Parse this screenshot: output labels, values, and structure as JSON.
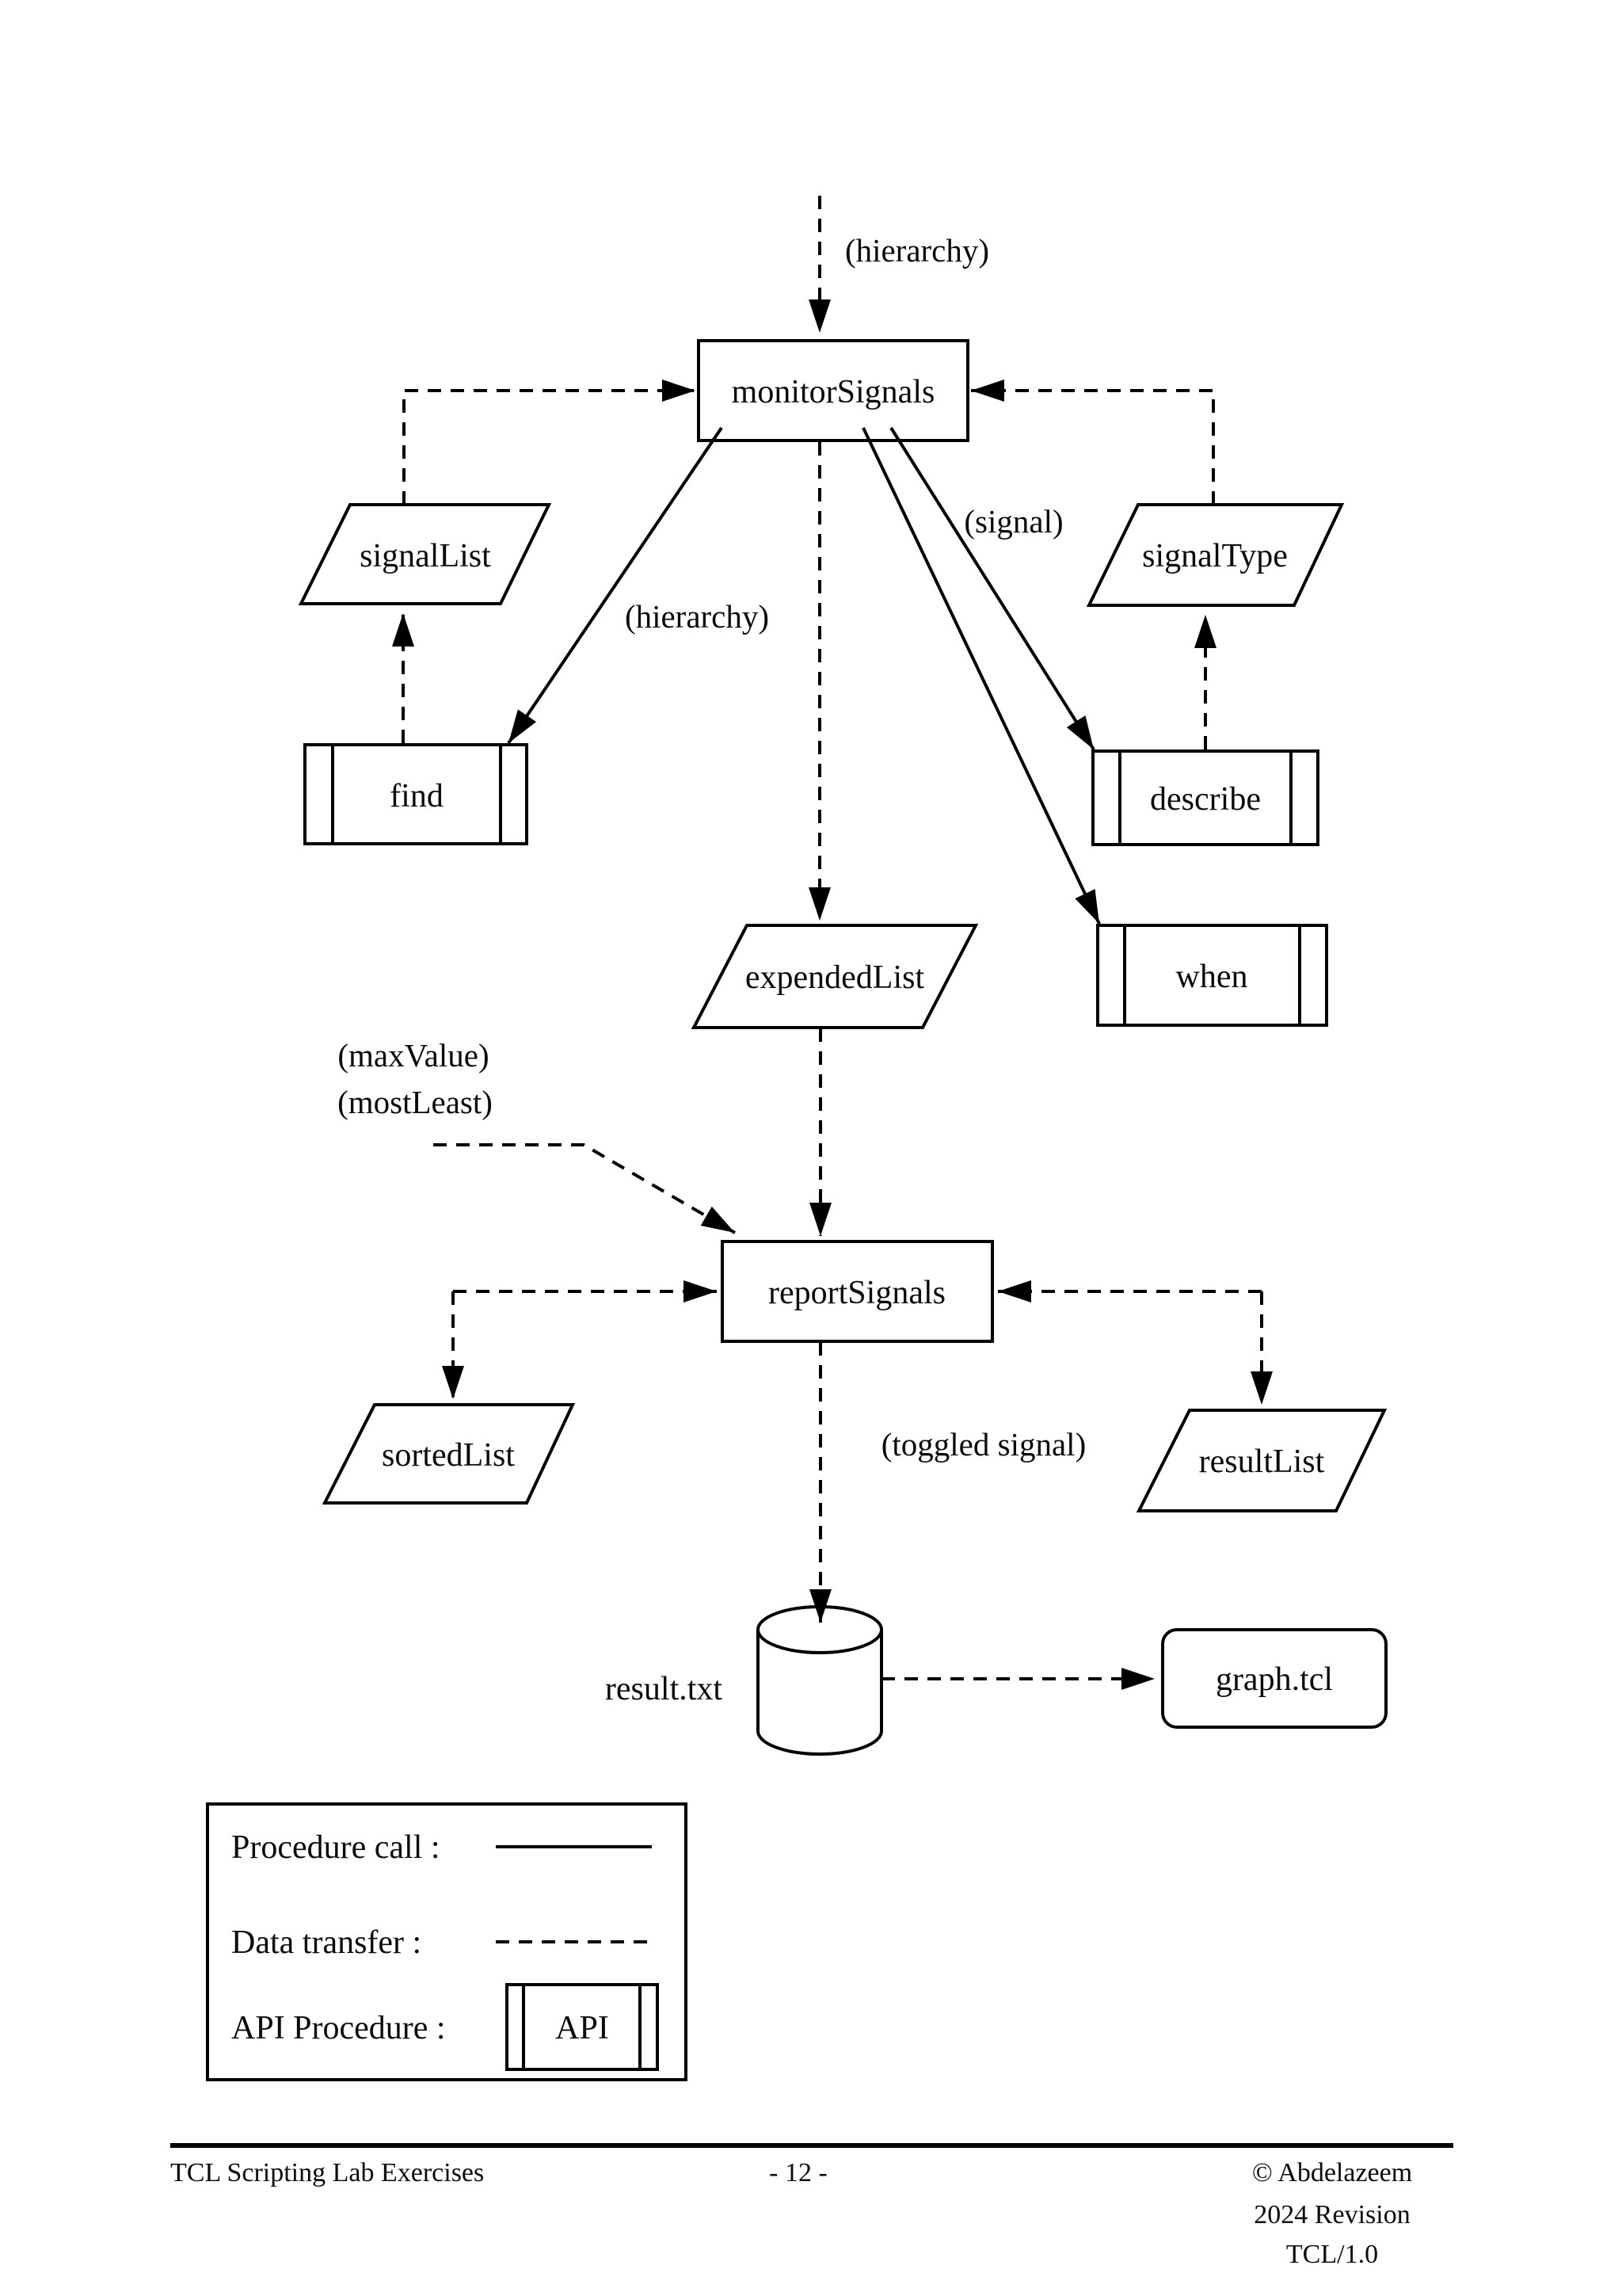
{
  "diagram": {
    "annotations": {
      "hierarchy_top": "(hierarchy)",
      "hierarchy_mid": "(hierarchy)",
      "signal": "(signal)",
      "max_value": "(maxValue)",
      "most_least": "(mostLeast)",
      "toggled_signal": "(toggled signal)"
    },
    "processes": {
      "monitor_signals": "monitorSignals",
      "report_signals": "reportSignals"
    },
    "api_procedures": {
      "find": "find",
      "describe": "describe",
      "when": "when"
    },
    "data_stores": {
      "signal_list": "signalList",
      "signal_type": "signalType",
      "expended_list": "expendedList",
      "sorted_list": "sortedList",
      "result_list": "resultList"
    },
    "files": {
      "result_txt": "result.txt",
      "graph_tcl": "graph.tcl"
    }
  },
  "legend": {
    "procedure_call": "Procedure call :",
    "data_transfer": "Data transfer :",
    "api_procedure": "API Procedure :",
    "api_sample": "API"
  },
  "footer": {
    "left": "TCL Scripting Lab Exercises",
    "page_number": "- 12 -",
    "copyright": "© Abdelazeem",
    "revision": "2024 Revision",
    "version": "TCL/1.0"
  },
  "colors": {
    "ink": "#000000",
    "background": "#ffffff"
  }
}
